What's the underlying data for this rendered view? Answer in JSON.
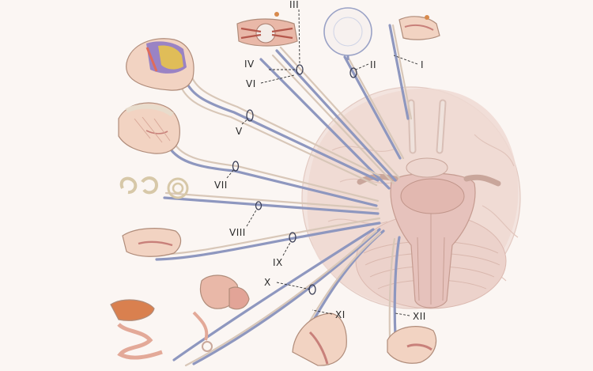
{
  "nerve_labels": {
    "I": "I",
    "II": "II",
    "III": "III",
    "IV": "IV",
    "V": "V",
    "VI": "VI",
    "VII": "VII",
    "VIII": "VIII",
    "IX": "IX",
    "X": "X",
    "XI": "XI",
    "XII": "XII"
  },
  "colors": {
    "background": "#fbf6f3",
    "brain": "#efd9d2",
    "brainstem": "#e6c2bc",
    "nerve": "#8e97bf",
    "nerve_sheath": "#d8c7b8",
    "organ_flesh": "#e9b8a8",
    "face_skin": "#f2d3c2"
  }
}
